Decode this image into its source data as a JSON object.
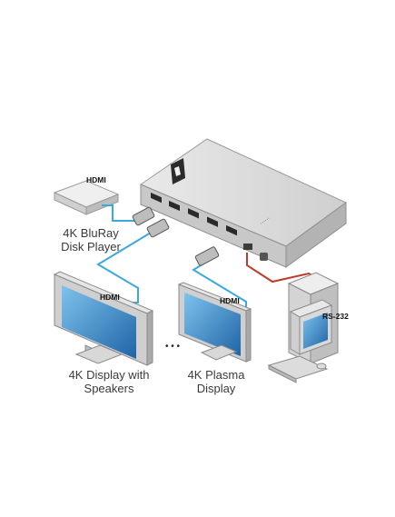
{
  "labels": {
    "hdmi_input": "HDMI",
    "hdmi_output_1": "HDMI",
    "hdmi_output_2": "HDMI",
    "rs232": "RS-232",
    "source_line1": "4K BluRay",
    "source_line2": "Disk Player",
    "display1_line1": "4K Display with",
    "display1_line2": "Speakers",
    "display2_line1": "4K Plasma",
    "display2_line2": "Display",
    "ellipsis": "• • •"
  },
  "colors": {
    "hdmi_cable": "#3aa9dc",
    "rs232_cable": "#c0392b",
    "device_body": "#d6d6d6",
    "screen_blue": "#2f7fc0"
  }
}
